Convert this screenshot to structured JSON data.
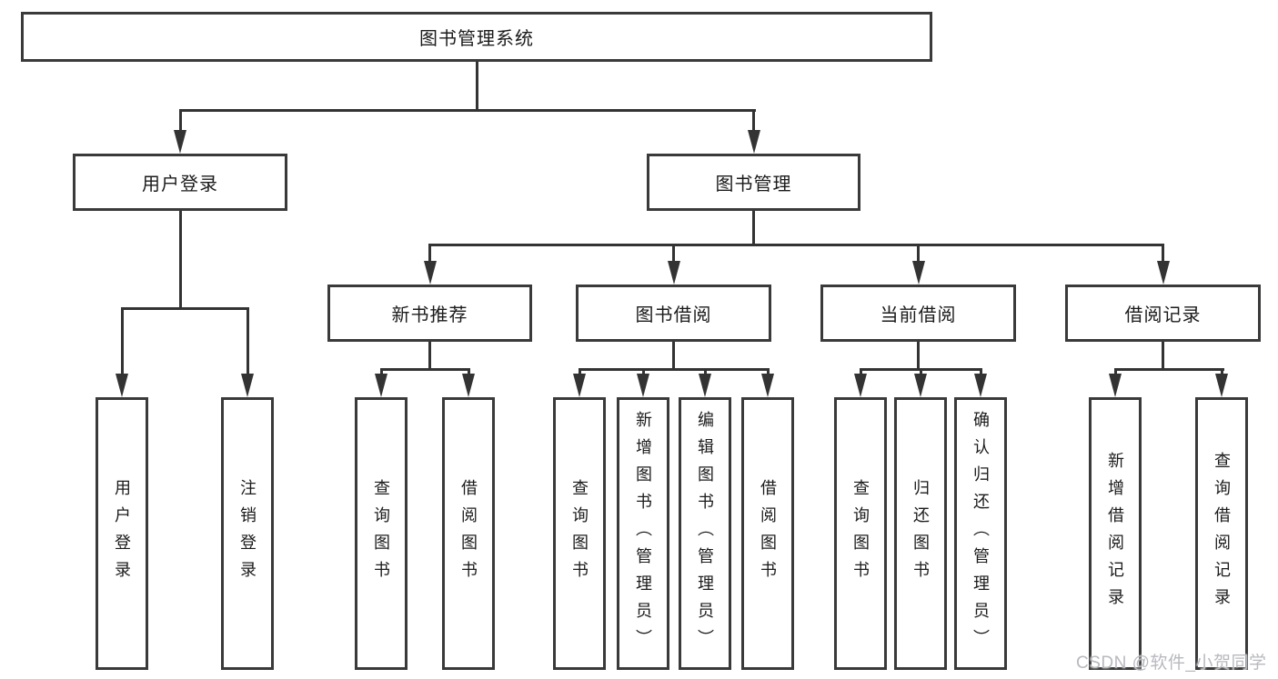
{
  "diagram": {
    "title": "图书管理系统",
    "watermark": "CSDN @软件_小贺同学",
    "colors": {
      "line": "#333333",
      "box_border": "#3a3a3a",
      "text": "#1b1b1b",
      "watermark": "#b8b9bf",
      "background": "#ffffff"
    },
    "tree": {
      "root": {
        "label": "图书管理系统"
      },
      "level2": [
        {
          "id": "user-login",
          "label": "用户登录"
        },
        {
          "id": "book-management",
          "label": "图书管理"
        }
      ],
      "level3": [
        {
          "id": "new-book-recommendation",
          "label": "新书推荐",
          "parent": "book-management"
        },
        {
          "id": "book-borrowing",
          "label": "图书借阅",
          "parent": "book-management"
        },
        {
          "id": "current-borrowing",
          "label": "当前借阅",
          "parent": "book-management"
        },
        {
          "id": "borrowing-records",
          "label": "借阅记录",
          "parent": "book-management"
        }
      ],
      "leaves": [
        {
          "id": "leaf-user-login",
          "label": "用户登录",
          "parent": "user-login"
        },
        {
          "id": "leaf-logout",
          "label": "注销登录",
          "parent": "user-login"
        },
        {
          "id": "leaf-nbr-query-books",
          "label": "查询图书",
          "parent": "new-book-recommendation"
        },
        {
          "id": "leaf-nbr-borrow-books",
          "label": "借阅图书",
          "parent": "new-book-recommendation"
        },
        {
          "id": "leaf-bb-query-books",
          "label": "查询图书",
          "parent": "book-borrowing"
        },
        {
          "id": "leaf-bb-add-books-admin",
          "label": "新增图书（管理员）",
          "parent": "book-borrowing"
        },
        {
          "id": "leaf-bb-edit-books-admin",
          "label": "编辑图书（管理员）",
          "parent": "book-borrowing"
        },
        {
          "id": "leaf-bb-borrow-books",
          "label": "借阅图书",
          "parent": "book-borrowing"
        },
        {
          "id": "leaf-cb-query-books",
          "label": "查询图书",
          "parent": "current-borrowing"
        },
        {
          "id": "leaf-cb-return-books",
          "label": "归还图书",
          "parent": "current-borrowing"
        },
        {
          "id": "leaf-cb-confirm-return-admin",
          "label": "确认归还（管理员）",
          "parent": "current-borrowing"
        },
        {
          "id": "leaf-br-add-record",
          "label": "新增借阅记录",
          "parent": "borrowing-records"
        },
        {
          "id": "leaf-br-query-record",
          "label": "查询借阅记录",
          "parent": "borrowing-records"
        }
      ]
    }
  }
}
